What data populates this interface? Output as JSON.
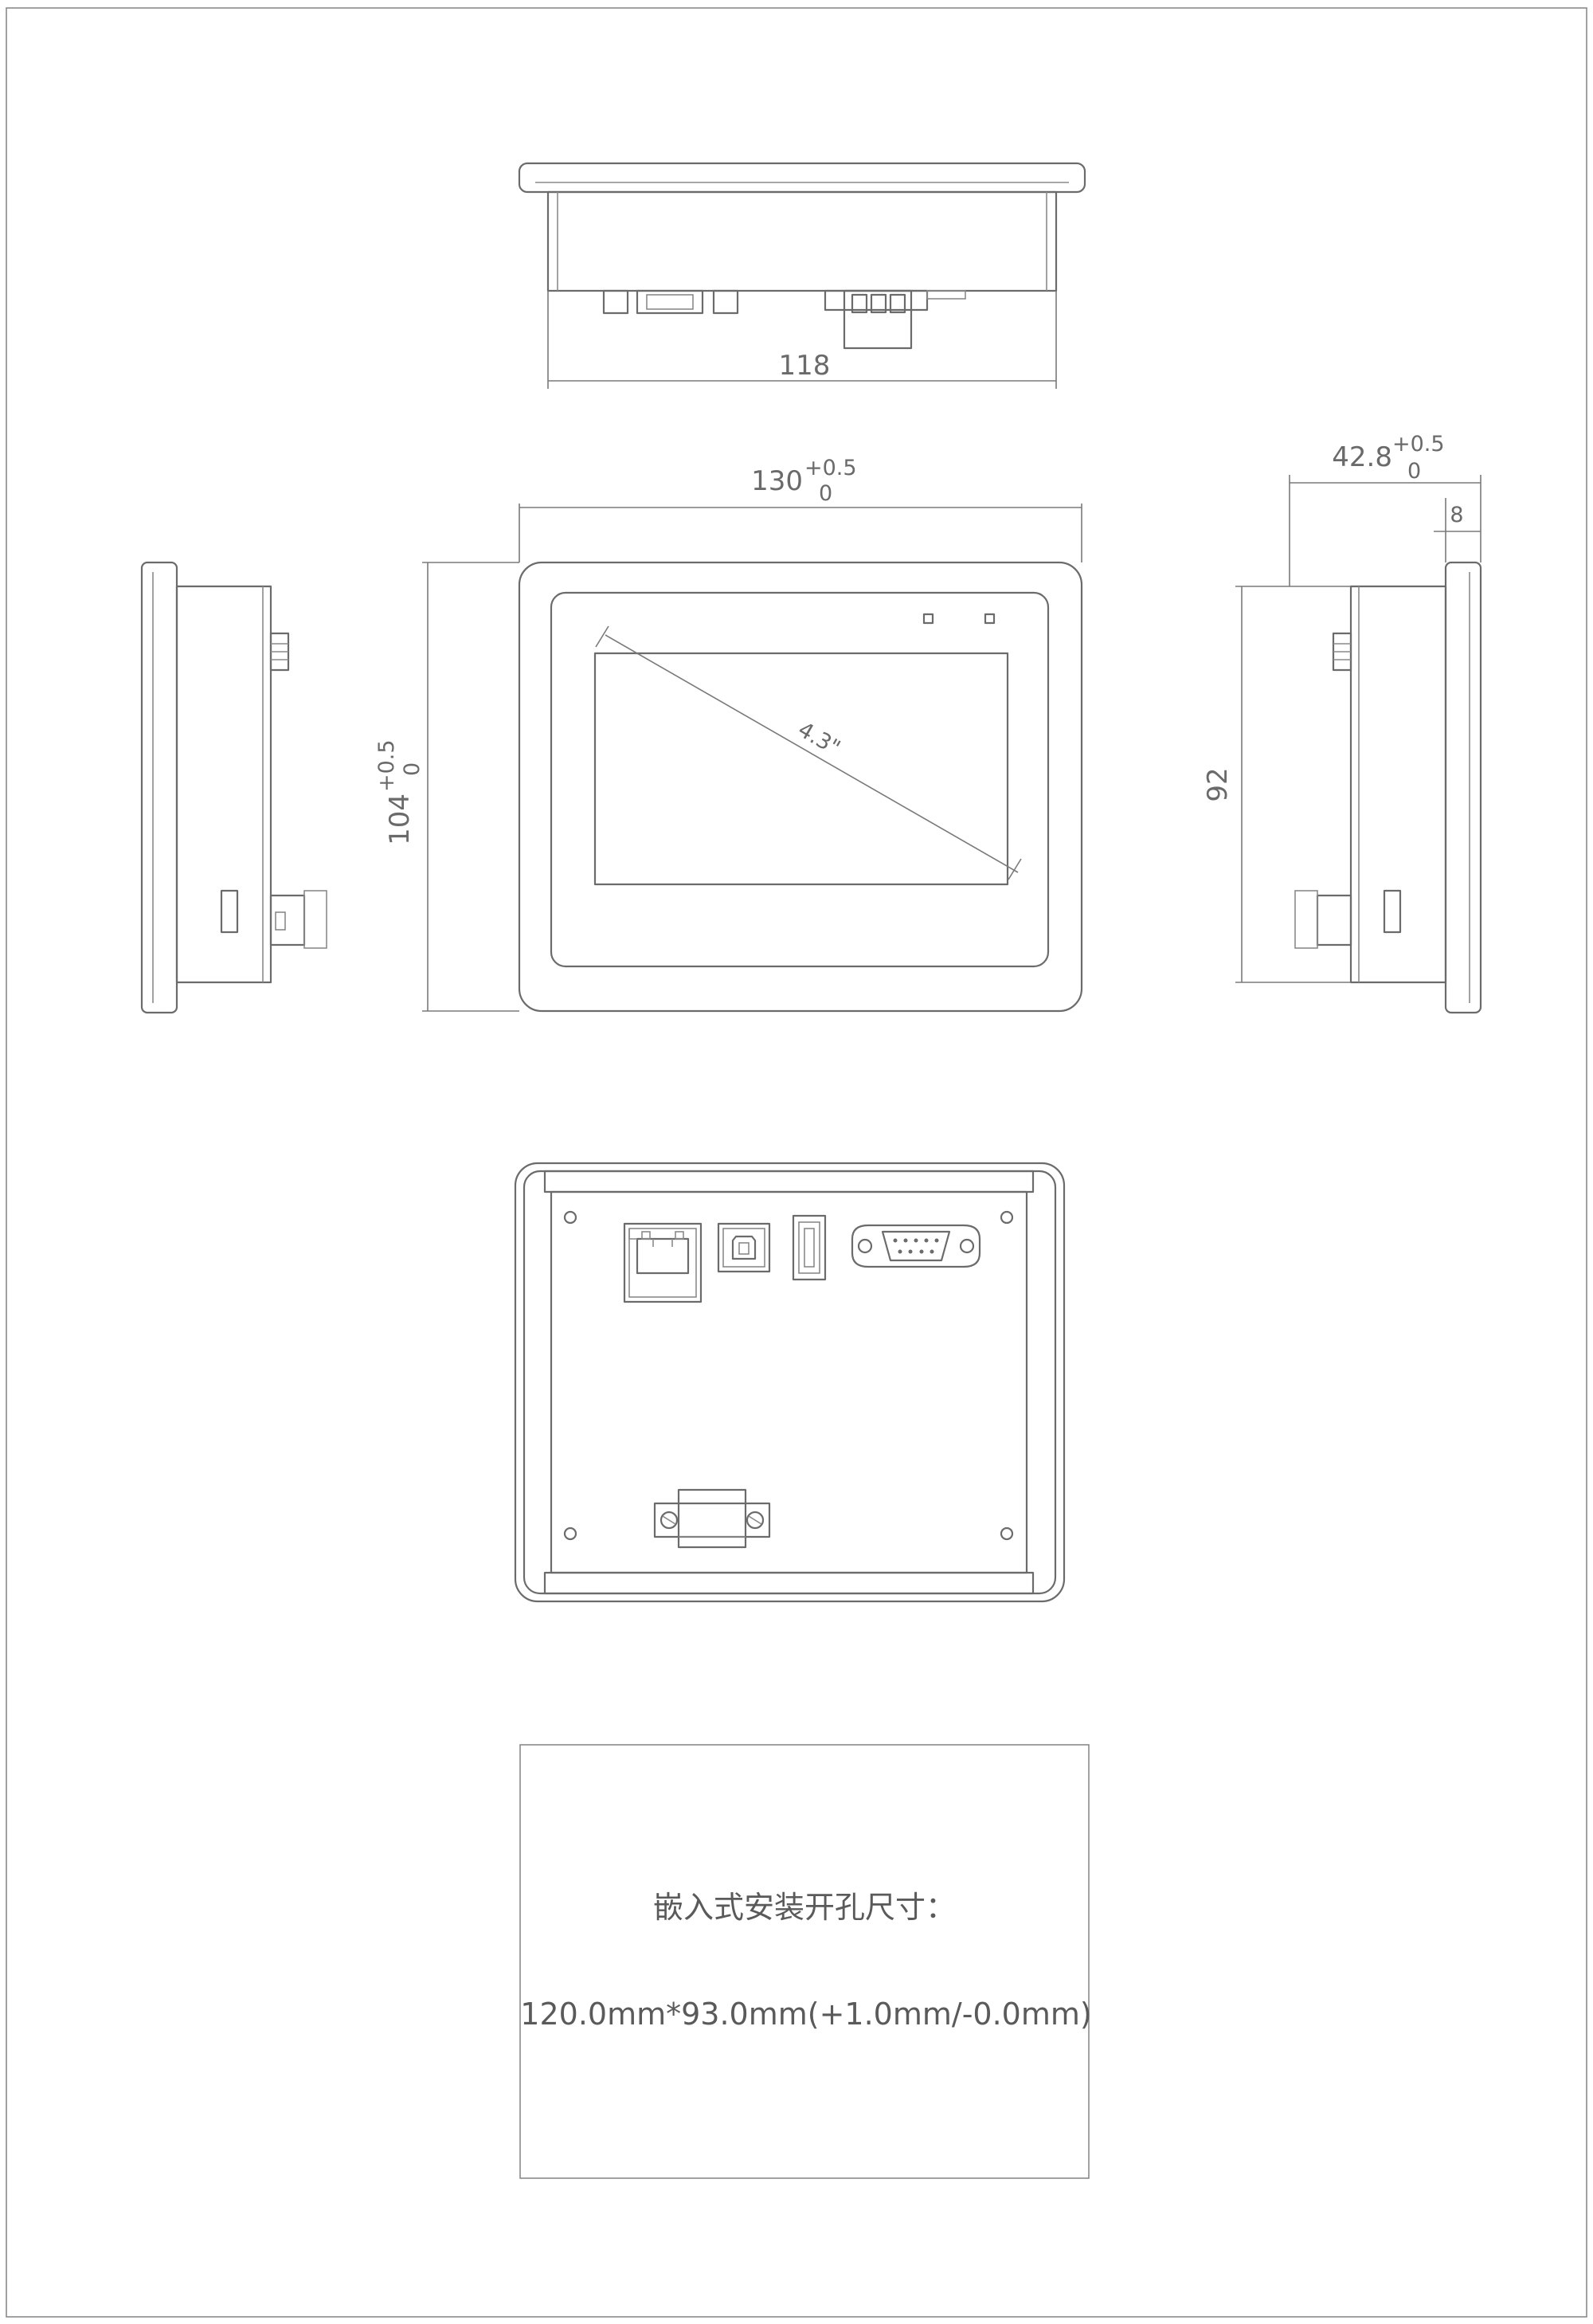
{
  "dimensions": {
    "top_width": "118",
    "front_width": "130",
    "front_width_tol_upper": "+0.5",
    "front_width_tol_lower": "0",
    "front_height": "104",
    "front_height_tol_upper": "+0.5",
    "front_height_tol_lower": "0",
    "screen_size": "4.3\"",
    "depth": "42.8",
    "depth_tol_upper": "+0.5",
    "depth_tol_lower": "0",
    "bezel_depth": "8",
    "side_height": "92"
  },
  "cutout": {
    "title": "嵌入式安装开孔尺寸：",
    "value": "120.0mm*93.0mm(+1.0mm/-0.0mm)"
  },
  "colors": {
    "line": "#6b6b6b",
    "text": "#6a6a6a",
    "background": "#ffffff"
  }
}
